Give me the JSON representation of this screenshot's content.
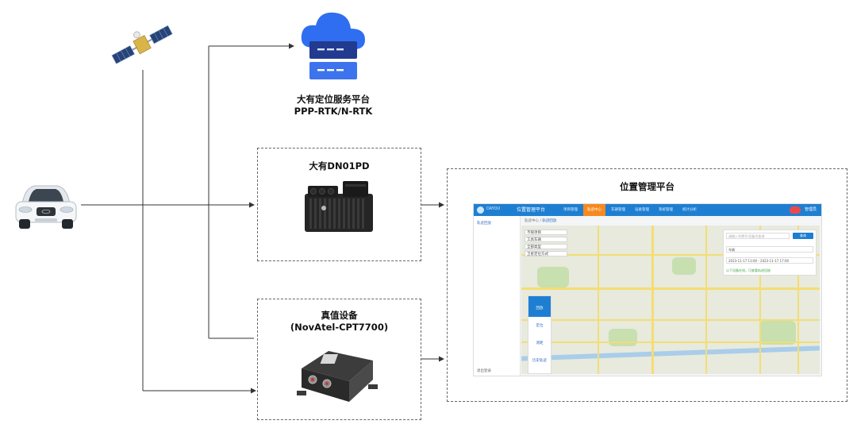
{
  "nodes": {
    "cloud": {
      "line1": "大有定位服务平台",
      "line2": "PPP-RTK/N-RTK"
    },
    "dn01pd": {
      "label": "大有DN01PD"
    },
    "truth": {
      "line1": "真值设备",
      "line2": "(NovAtel-CPT7700)"
    },
    "platform": {
      "label": "位置管理平台"
    }
  },
  "screenshot": {
    "app_title": "位置管理平台",
    "brand_text": "DAYOU",
    "nav": [
      "项目管理",
      "轨迹中心",
      "车辆管理",
      "设备管理",
      "系统管理",
      "统计分析"
    ],
    "active_nav_index": 1,
    "username": "管理员",
    "sidebar": {
      "item": "轨迹回放",
      "footer": "退出登录"
    },
    "breadcrumb": [
      "轨迹中心",
      "轨迹回放"
    ],
    "filters": [
      "不限项目",
      "工具车辆",
      "全部类型",
      "卫星定位方式"
    ],
    "controls": [
      {
        "label": "回放",
        "active": true
      },
      {
        "label": "定位"
      },
      {
        "label": "测距"
      },
      {
        "label": "历史轨迹"
      }
    ],
    "panel": {
      "search_placeholder": "请输入车牌号/设备号查询",
      "search_button": "查询",
      "field_vehicle": "车辆",
      "field_time": "2023-11-17 13:00 - 2023-11-17 17:00",
      "note": "以下设备在线，可查看轨迹回放"
    }
  },
  "colors": {
    "nav_bar": "#1e7fd2",
    "active_nav": "#f58a1f",
    "cloud": "#2f6ef0",
    "line": "#333333"
  }
}
